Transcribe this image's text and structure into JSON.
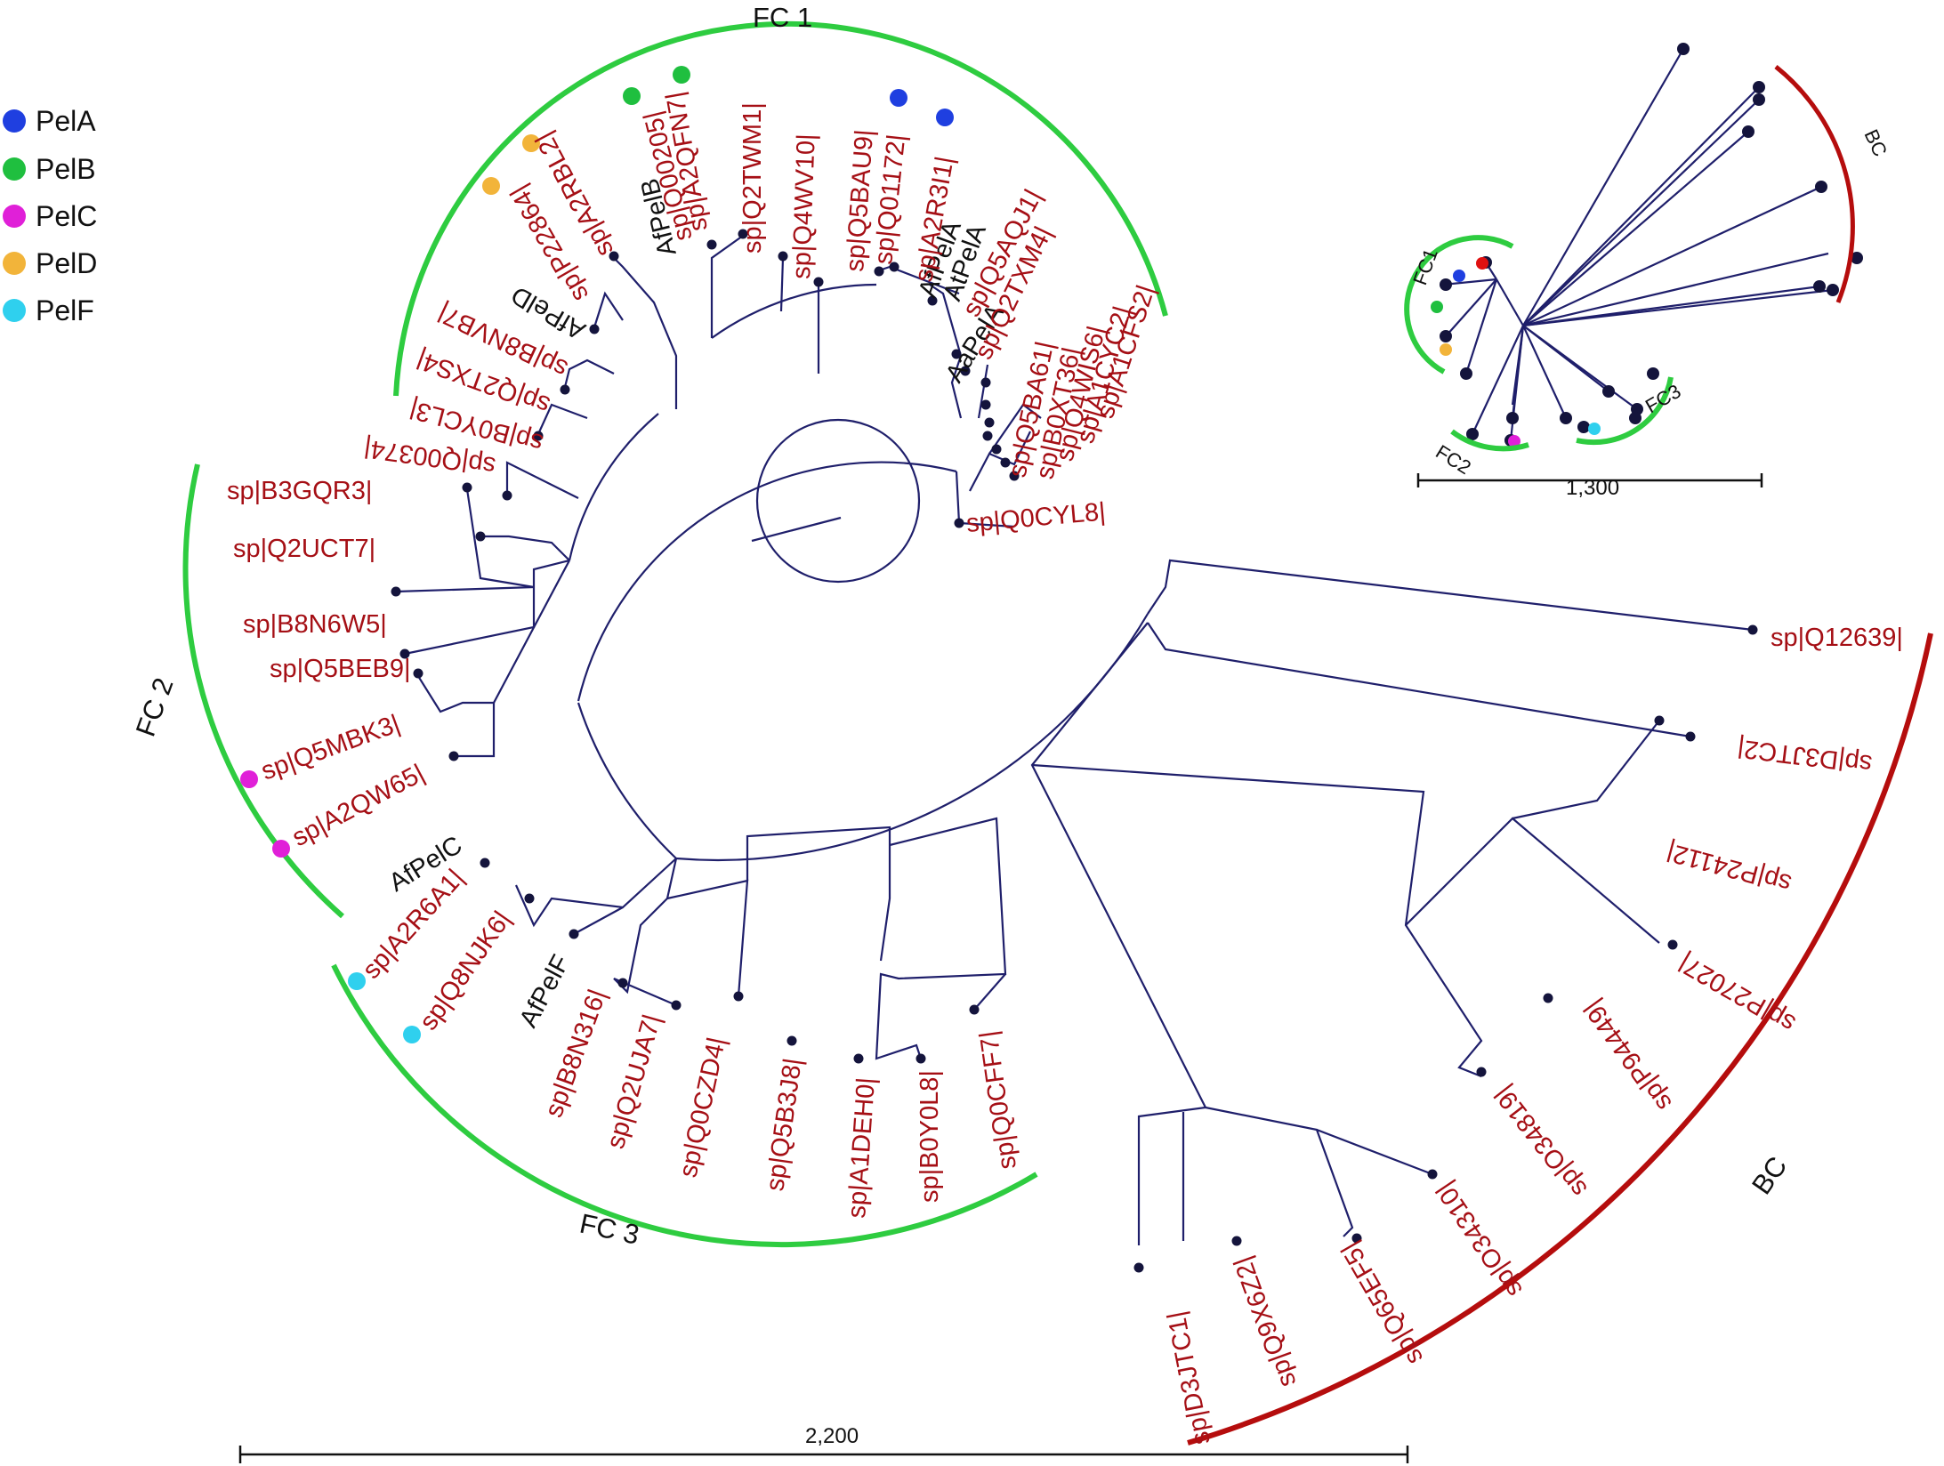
{
  "legend": [
    {
      "label": "PelA",
      "color": "#1f3fe0"
    },
    {
      "label": "PelB",
      "color": "#1fbf3f"
    },
    {
      "label": "PelC",
      "color": "#e020d8"
    },
    {
      "label": "PelD",
      "color": "#f2b43a"
    },
    {
      "label": "PelF",
      "color": "#2fd0ee"
    }
  ],
  "colors": {
    "fc_arc": "#2ecc40",
    "bc_arc": "#b50d0d",
    "branch": "#1f1f6b",
    "leaf_text": "#a50f15",
    "tip": "#14143c"
  },
  "clades": {
    "fc1": "FC 1",
    "fc2": "FC 2",
    "fc3": "FC 3",
    "bc": "BC"
  },
  "leaves": [
    "sp|Q0CYL8|",
    "sp|Q5BA61|",
    "sp|B0XT36|",
    "sp|Q4WIS6|",
    "sp|A1CYC2|",
    "sp|A1CFS2|",
    "AaPelA",
    "sp|Q2TXM4|",
    "sp|Q5AQJ1|",
    "AfPelA",
    "AtPelA",
    "sp|A2R3I1|",
    "sp|Q01172|",
    "sp|Q5BAU9|",
    "sp|Q4WV10|",
    "sp|Q2TWM1|",
    "sp|A2QFN7|",
    "sp|Q00205|",
    "AfPelB",
    "sp|A2RBL2|",
    "sp|P22864|",
    "AfPelD",
    "sp|B8NVB7|",
    "sp|Q2TXS4|",
    "sp|B0YCL3|",
    "sp|Q00374|",
    "sp|B3GQR3|",
    "sp|Q2UCT7|",
    "sp|B8N6W5|",
    "sp|Q5BEB9|",
    "sp|Q5MBK3|",
    "sp|A2QW65|",
    "AfPelC",
    "sp|A2R6A1|",
    "sp|Q8NJK6|",
    "AfPelF",
    "sp|B8N316|",
    "sp|Q2UJA7|",
    "sp|Q0CZD4|",
    "sp|Q5B3J8|",
    "sp|A1DEH0|",
    "sp|B0Y0L8|",
    "sp|Q0CFF7|",
    "sp|D3JTC1|",
    "sp|Q9X6Z2|",
    "sp|Q65EF5|",
    "sp|O34310|",
    "sp|O34819|",
    "sp|P94449|",
    "sp|P27027|",
    "sp|P24112|",
    "sp|D3JTC2|",
    "sp|Q12639|"
  ],
  "scale_bars": {
    "main": "2,200",
    "inset": "1,300"
  },
  "inset_labels": {
    "fc1": "FC1",
    "fc2": "FC2",
    "fc3": "FC3",
    "bc": "BC"
  }
}
